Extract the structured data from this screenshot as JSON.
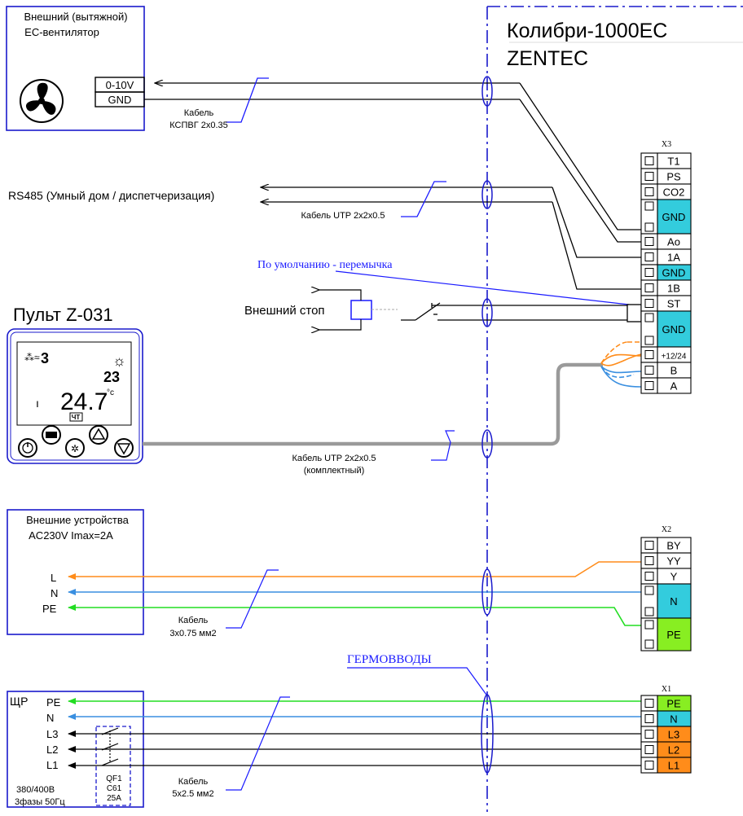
{
  "colors": {
    "frame": "#1a1acc",
    "wire": "#000000",
    "cable_gray": "#9a9a9a",
    "orange": "#ff8c1a",
    "blue": "#3a8fe0",
    "green": "#22dd22",
    "cyan_cell": "#33ccdd",
    "green_cell": "#88ee22",
    "orange_cell": "#ff8c1a"
  },
  "device": {
    "title": "Колибри-1000EC",
    "subtitle": "ZENTEC"
  },
  "fan": {
    "title_line1": "Внешний (вытяжной)",
    "title_line2": "EC-вентилятор",
    "icon": "fan-icon",
    "term1": "0-10V",
    "term2": "GND",
    "cable_line1": "Кабель",
    "cable_line2": "КСПВГ 2х0.35"
  },
  "rs485": {
    "label": "RS485 (Умный дом / диспетчеризация)",
    "cable": "Кабель UTP 2х2х0.5"
  },
  "stop": {
    "default_note": "По умолчанию - перемычка",
    "label": "Внешний стоп"
  },
  "remote": {
    "title": "Пульт  Z-031",
    "display_big": "24.7",
    "display_unit": "°c",
    "display_small": "23",
    "display_mode": "3",
    "display_day": "ЧТ",
    "btn_power": "power-icon",
    "btn_mode": "mode-icon",
    "btn_fan": "fan-icon",
    "btn_up": "up-arrow-icon",
    "btn_down": "down-arrow-icon",
    "cable_line1": "Кабель UTP 2х2х0.5",
    "cable_line2": "(комплектный)"
  },
  "x3": {
    "name": "X3",
    "terminals": [
      "T1",
      "PS",
      "CO2",
      "GND",
      "Ao",
      "1A",
      "GND",
      "1B",
      "ST",
      "GND",
      "+12/24",
      "B",
      "A"
    ]
  },
  "ext": {
    "title_line1": "Внешние  устройства",
    "title_line2": "AC230V  Imax=2A",
    "wires": [
      "L",
      "N",
      "PE"
    ],
    "cable_line1": "Кабель",
    "cable_line2": "3х0.75 мм2"
  },
  "x2": {
    "name": "X2",
    "terminals": [
      "BY",
      "YY",
      "Y",
      "N",
      "PE"
    ]
  },
  "glands": "ГЕРМОВВОДЫ",
  "panel": {
    "title": "ЩР",
    "wires": [
      "PE",
      "N",
      "L3",
      "L2",
      "L1"
    ],
    "voltage": "380/400В",
    "phases": "3фазы  50Гц",
    "breaker_line1": "QF1",
    "breaker_line2": "C61",
    "breaker_line3": "25A",
    "cable_line1": "Кабель",
    "cable_line2": "5х2.5 мм2"
  },
  "x1": {
    "name": "X1",
    "terminals": [
      "PE",
      "N",
      "L3",
      "L2",
      "L1"
    ]
  }
}
